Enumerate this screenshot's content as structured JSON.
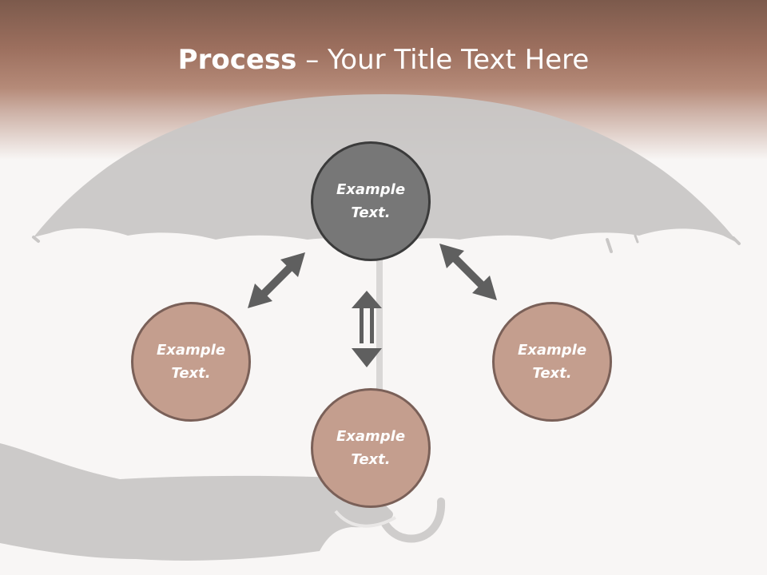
{
  "slide": {
    "title_bold": "Process",
    "title_dash": " – ",
    "title_rest": "Your Title Text Here"
  },
  "nodes": {
    "center": "Example\nText.",
    "left": "Example\nText.",
    "right": "Example\nText.",
    "bottom": "Example\nText."
  },
  "colors": {
    "banner": "#9c6f5e",
    "node_fill": "#c49e8e",
    "node_border": "#7a6058",
    "center_fill": "#777777",
    "center_border": "#3b3b3b",
    "arrow": "#5f5f5f",
    "umbrella": "#c9c7c6"
  },
  "icons": [
    "umbrella-icon",
    "hand-icon",
    "double-arrow-icon"
  ]
}
